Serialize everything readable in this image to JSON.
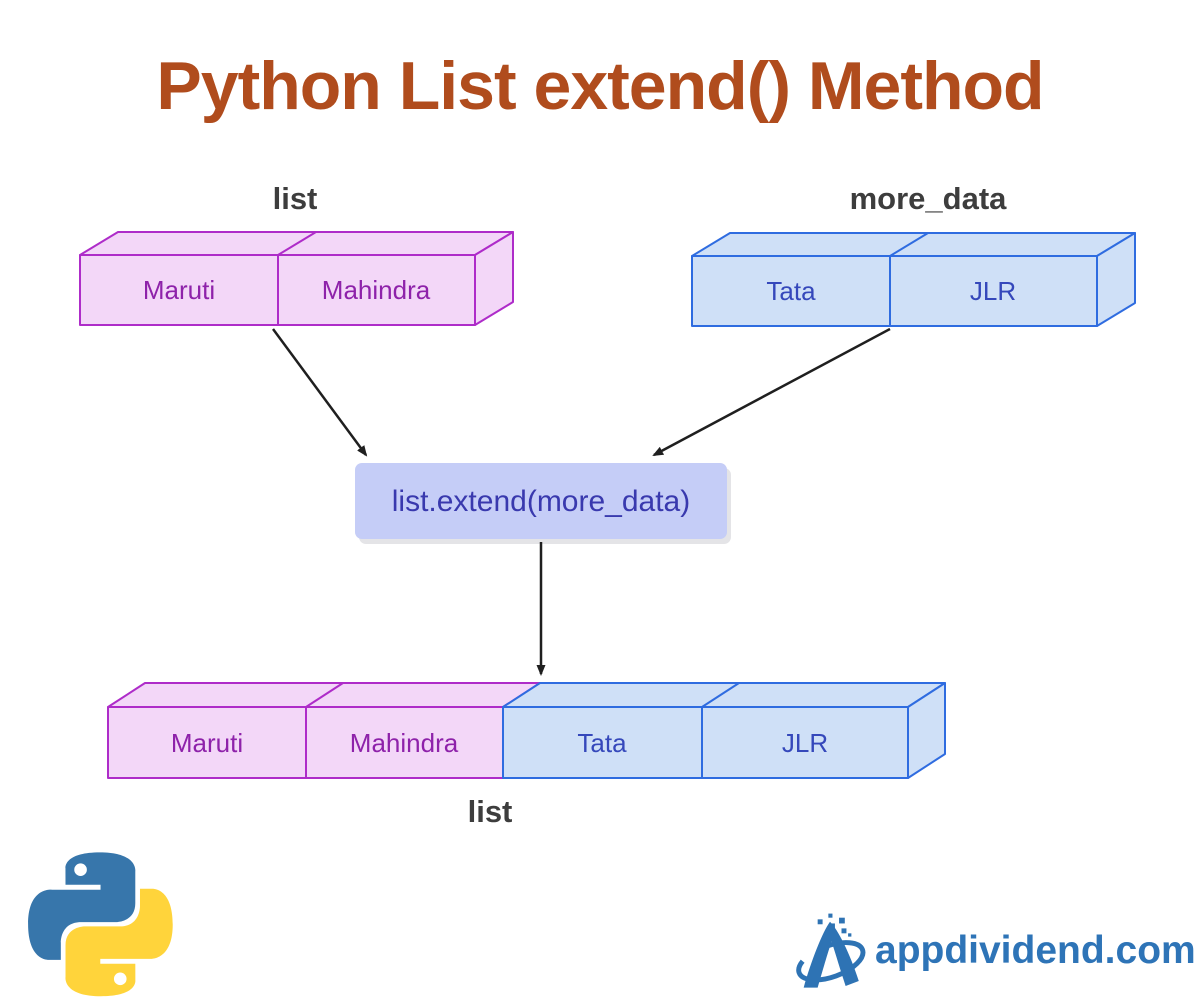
{
  "title": "Python List extend() Method",
  "diagram": {
    "top_list": {
      "label": "list",
      "items": [
        "Maruti",
        "Mahindra"
      ]
    },
    "more_data": {
      "label": "more_data",
      "items": [
        "Tata",
        "JLR"
      ]
    },
    "operation": {
      "code": "list.extend(more_data)"
    },
    "result_list": {
      "label": "list",
      "items": [
        "Maruti",
        "Mahindra",
        "Tata",
        "JLR"
      ]
    }
  },
  "branding": {
    "site": "appdividend.com"
  },
  "icons": {
    "python_logo": "python-logo",
    "brand_mark": "appdividend-a-swoosh-logo"
  },
  "colors": {
    "title": "#b04c1d",
    "pink_fill": "#f3d7f8",
    "pink_border": "#ae2cc9",
    "pink_text": "#8e22aa",
    "blue_fill": "#cfe0f7",
    "blue_border": "#2f6ce0",
    "blue_text": "#3548bb",
    "operation_fill": "#c5cdf7",
    "operation_text": "#3939ae",
    "label_text": "#3d3d3d",
    "arrow": "#1f1f1f",
    "brand_blue": "#2e74b7",
    "python_blue": "#3776ab",
    "python_yellow": "#ffd43b"
  }
}
